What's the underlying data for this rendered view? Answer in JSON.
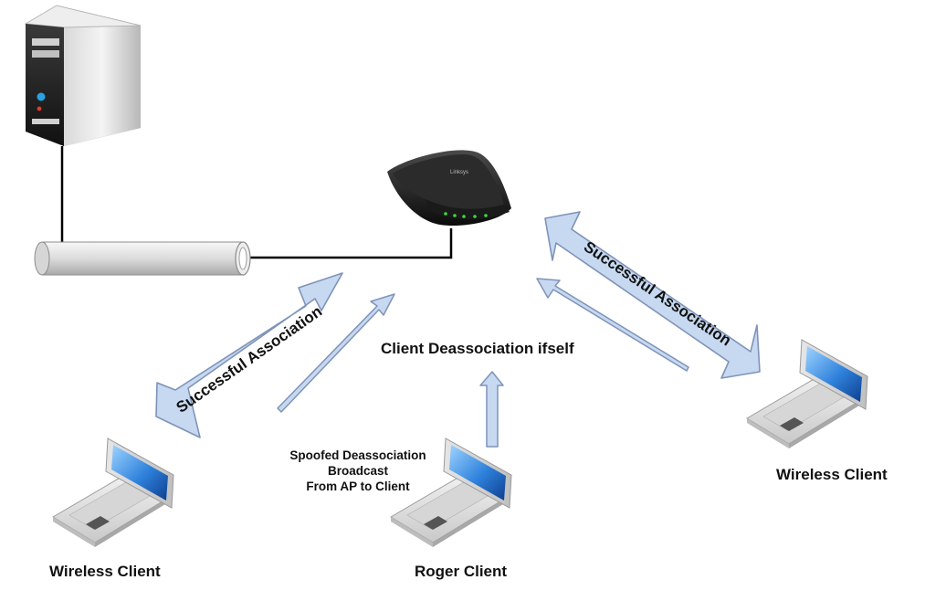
{
  "diagram": {
    "nodes": {
      "left_client_label": "Wireless Client",
      "right_client_label": "Wireless Client",
      "rogue_client_label": "Roger Client"
    },
    "edges": {
      "left_association_label": "Successful Association",
      "right_association_label": "Successful Association"
    },
    "annotations": {
      "center_label": "Client Deassociation ifself",
      "spoof_lines": [
        "Spoofed Deassociation",
        "Broadcast",
        "From AP to Client"
      ]
    },
    "router_brand": "Linksys"
  },
  "colors": {
    "arrow_fill": "#c6d9f1",
    "arrow_stroke": "#7f93b8",
    "wire": "#000000",
    "text": "#111111"
  }
}
